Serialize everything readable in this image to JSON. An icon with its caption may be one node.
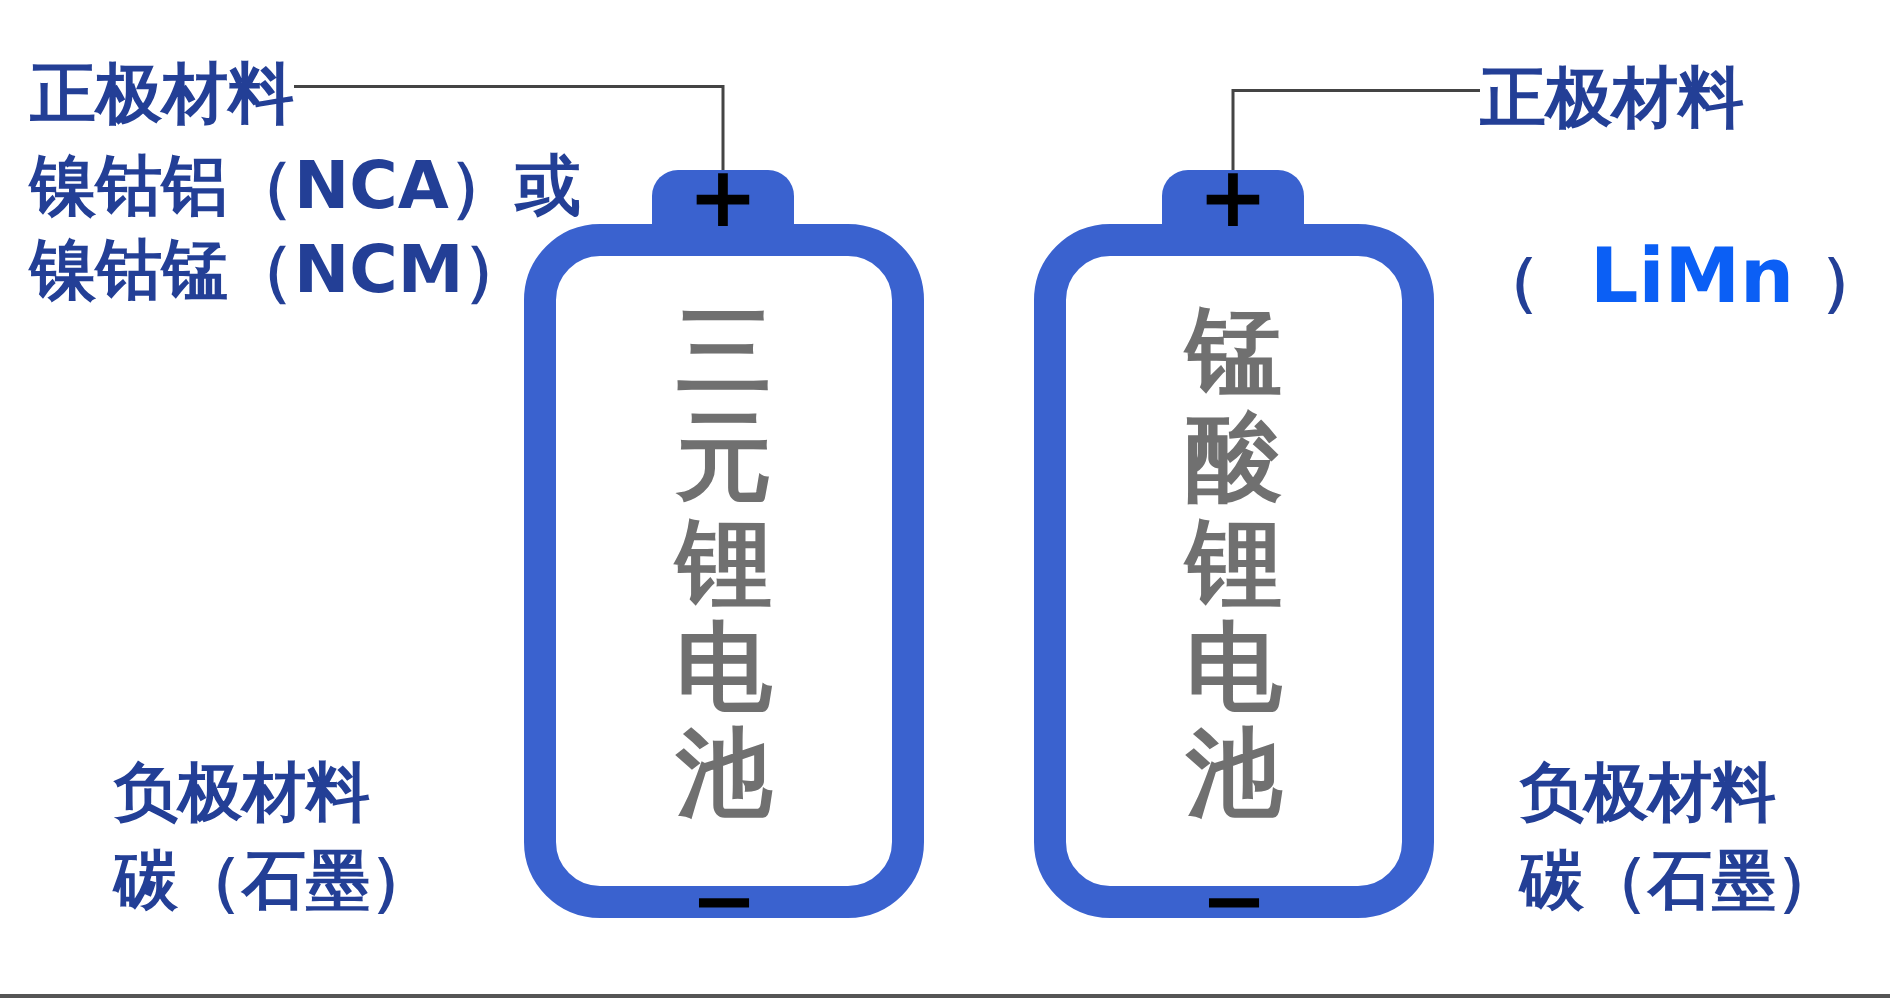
{
  "diagram": {
    "nodes": [
      {
        "text": [
          "正极材料"
        ],
        "beside": [
          "镍钴铝（NCA）或镍钴锰（NCM）"
        ]
      },
      {
        "text": [
          "+"
        ]
      },
      {
        "text": [
          "三元锂电池",
          "−"
        ]
      },
      {
        "text": [
          "+"
        ]
      },
      {
        "text": [
          "锰酸锂电池",
          "−"
        ]
      },
      {
        "text": [
          "正极材料"
        ],
        "beside": [
          "（",
          "LiMn",
          "）"
        ]
      }
    ],
    "edges": [
      {
        "from": 0,
        "to": 1,
        "arrow": "none"
      },
      {
        "from": 5,
        "to": 3,
        "arrow": "none"
      }
    ],
    "labels": [
      "负极材料",
      "碳（石墨）",
      "负极材料",
      "碳（石墨）"
    ]
  }
}
